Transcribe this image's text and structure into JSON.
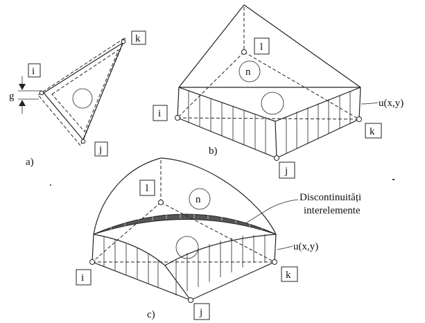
{
  "node_labels": {
    "i": "i",
    "j": "j",
    "k": "k",
    "l": "l",
    "n": "n"
  },
  "gap_label": "g",
  "panel_labels": {
    "a": "a)",
    "b": "b)",
    "c": "c)"
  },
  "function_label": "u(x,y)",
  "annotation": {
    "line1": "Discontinuități",
    "line2": "interelemente"
  }
}
